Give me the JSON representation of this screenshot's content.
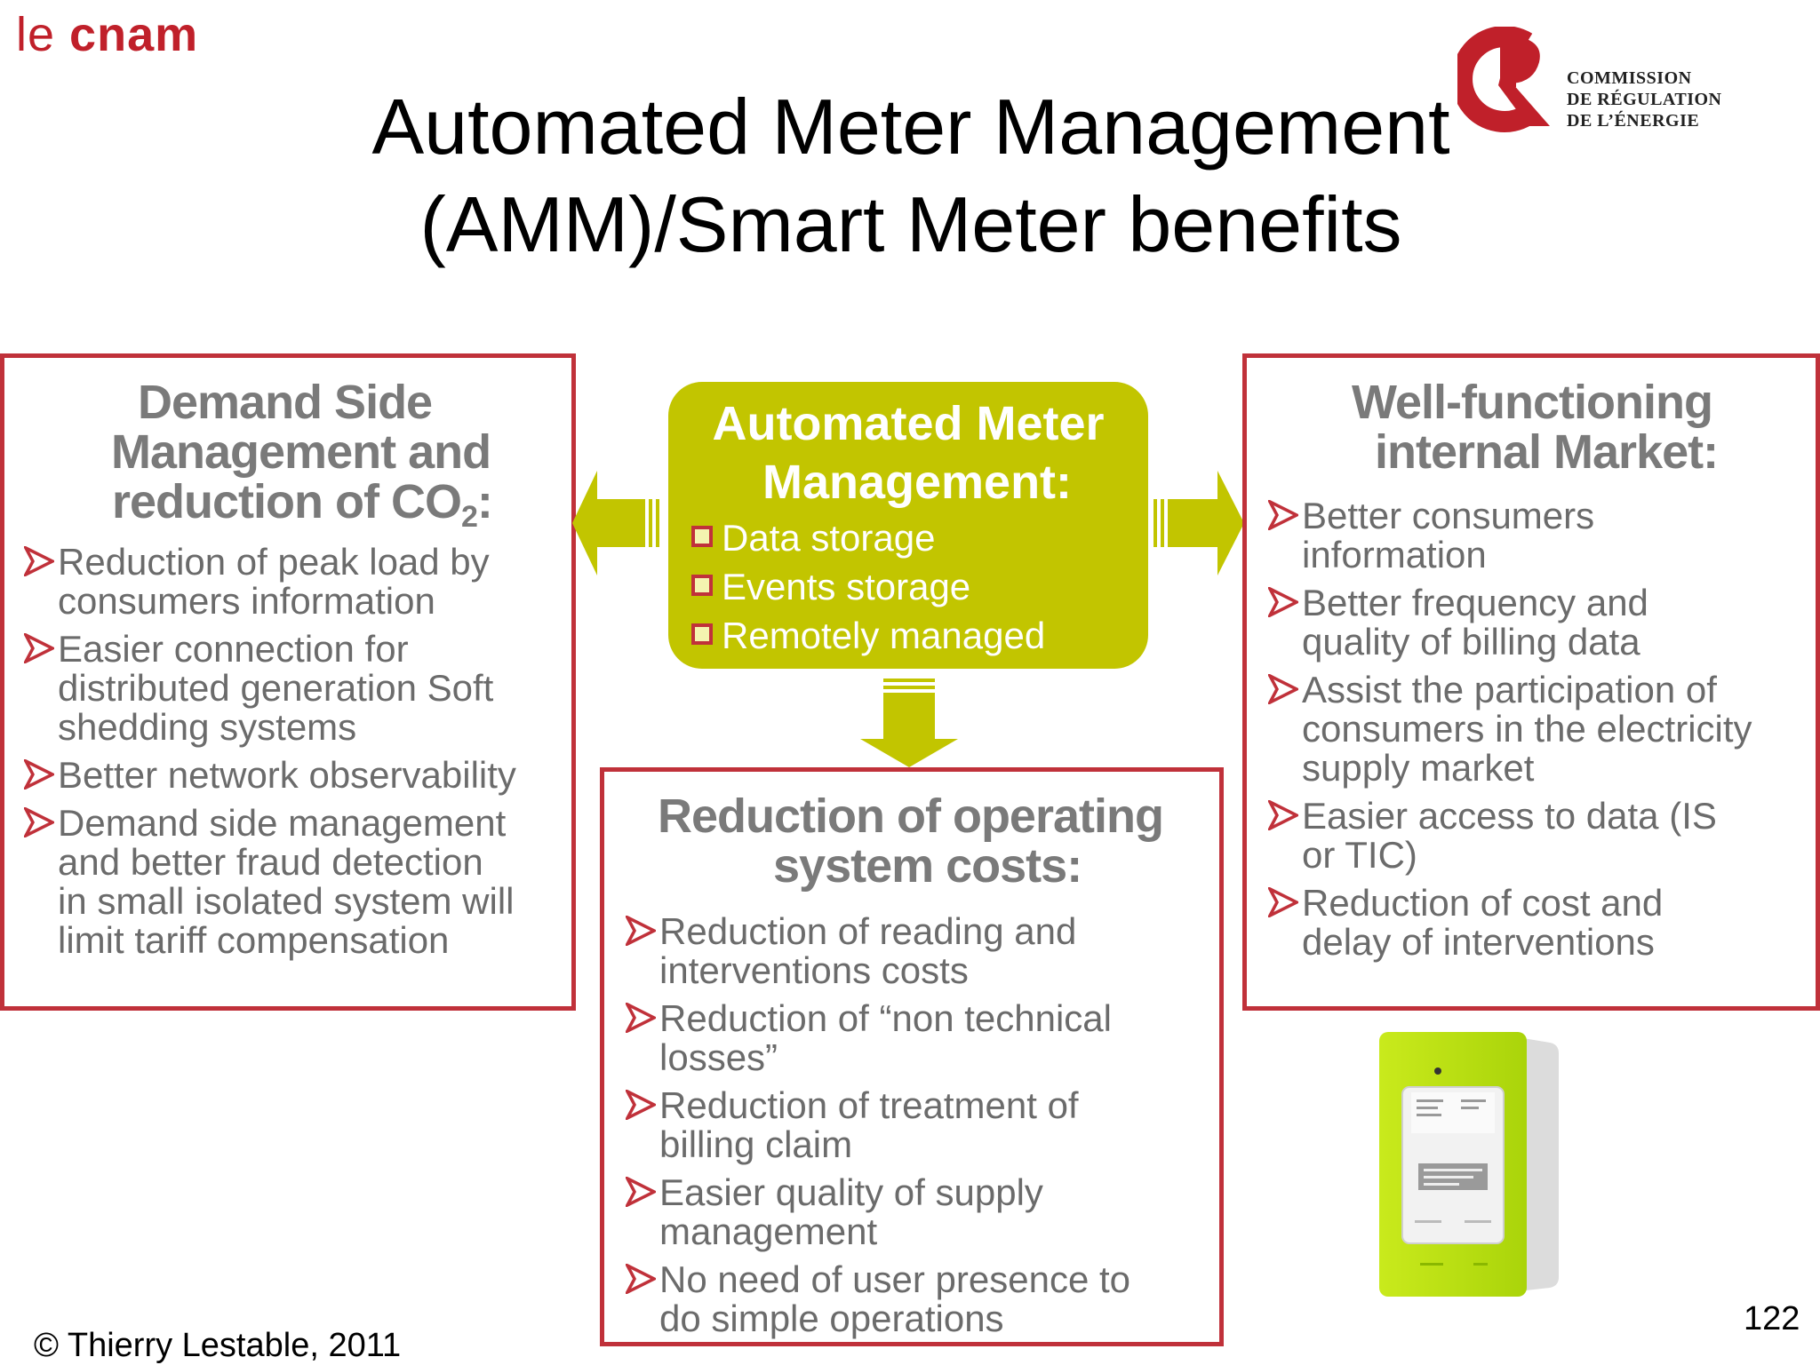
{
  "header": {
    "logo_le": "le",
    "logo_cnam": "cnam",
    "title_line1": "Automated Meter Management",
    "title_line2": "(AMM)/Smart Meter benefits",
    "cre_line1": "COMMISSION",
    "cre_line2": "DE RÉGULATION",
    "cre_line3": "DE L’ÉNERGIE"
  },
  "left_box": {
    "heading_line1": "Demand Side",
    "heading_line2": "Management and",
    "heading_line3_prefix": "reduction of CO",
    "heading_line3_sub": "2",
    "heading_line3_suffix": ":",
    "items": [
      [
        "Reduction of peak load by",
        "consumers information"
      ],
      [
        "Easier connection for",
        "distributed generation Soft",
        "shedding systems"
      ],
      [
        "Better network observability"
      ],
      [
        "Demand side management",
        "and better fraud detection",
        "in small isolated system will",
        "limit tariff compensation"
      ]
    ]
  },
  "center_box": {
    "heading_line1": "Automated Meter",
    "heading_line2": "Management:",
    "items": [
      "Data storage",
      "Events storage",
      "Remotely managed"
    ]
  },
  "right_box": {
    "heading_line1": "Well-functioning",
    "heading_line2": "internal Market:",
    "items": [
      [
        "Better consumers",
        "information"
      ],
      [
        "Better frequency and",
        "quality of billing data"
      ],
      [
        "Assist the participation of",
        "consumers in the electricity",
        "supply market"
      ],
      [
        "Easier access to data (IS",
        "or TIC)"
      ],
      [
        "Reduction of cost and",
        "delay of interventions"
      ]
    ]
  },
  "bottom_box": {
    "heading_line1": "Reduction of operating",
    "heading_line2": "system costs:",
    "items": [
      [
        "Reduction of reading and",
        "interventions costs"
      ],
      [
        "Reduction of “non technical",
        "losses”"
      ],
      [
        "Reduction of treatment of",
        "billing claim"
      ],
      [
        "Easier quality of supply",
        "management"
      ],
      [
        "No need of user presence to",
        "do simple operations"
      ]
    ]
  },
  "footer": {
    "copyright": "© Thierry Lestable, 2011",
    "page_number": "122"
  },
  "colors": {
    "accent_red": "#c0313a",
    "green": "#c2c500",
    "heading_gray": "#7a7a7a",
    "text_gray": "#6b6b6b"
  }
}
